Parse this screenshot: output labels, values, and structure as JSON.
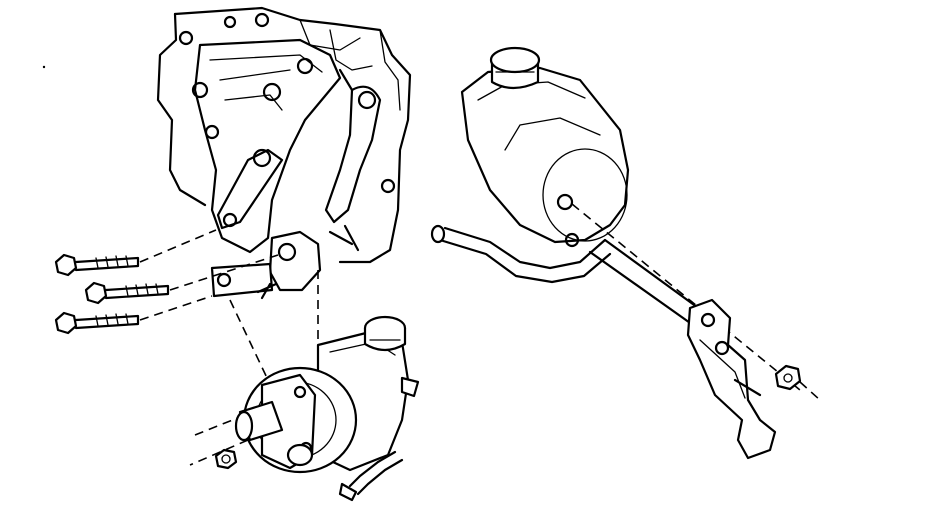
{
  "diagram": {
    "colors": {
      "ink": "#000000",
      "paper": "#ffffff"
    },
    "parts": [
      "engine-bracket",
      "mounting-bolt",
      "mounting-bolt",
      "mounting-bolt",
      "power-steering-pump",
      "pump-nut",
      "pump-reservoir",
      "reservoir-hose",
      "rear-bracket",
      "bracket-nut"
    ]
  }
}
